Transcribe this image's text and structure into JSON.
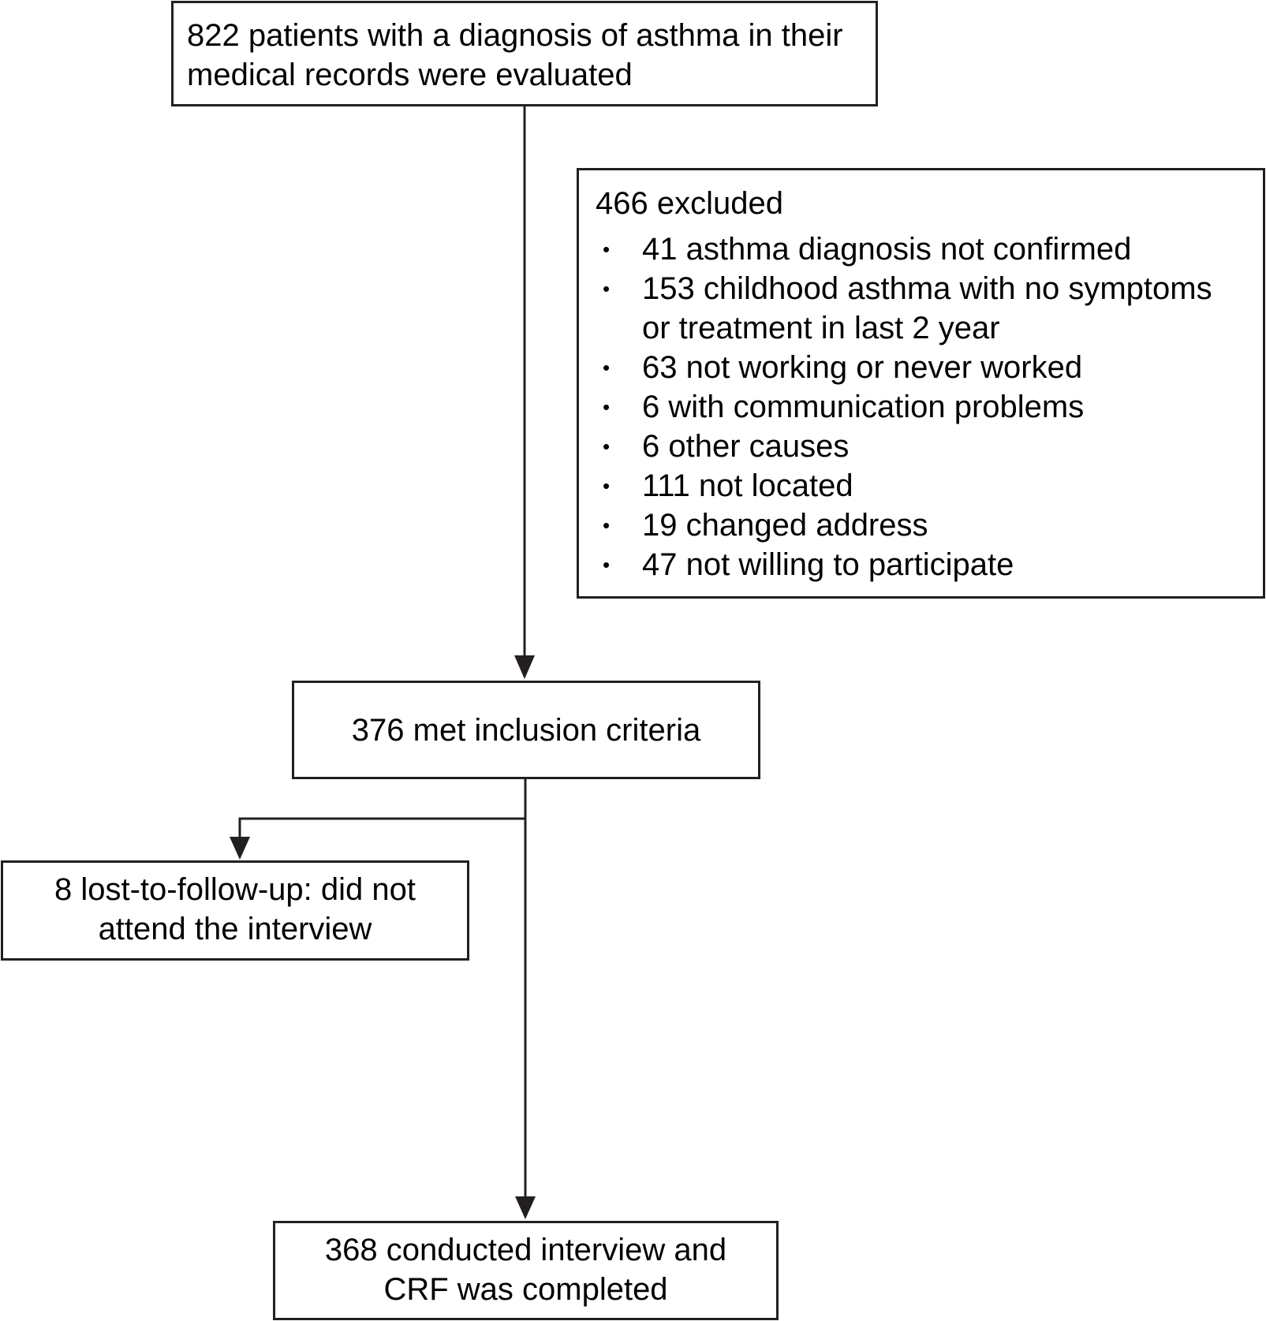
{
  "diagram": {
    "line_color": "#231f20",
    "box_evaluated": {
      "line1": "822 patients with a diagnosis of asthma in their",
      "line2": "medical records were evaluated"
    },
    "box_excluded": {
      "title": "466 excluded",
      "bullet_glyph": "•",
      "items": [
        [
          "41 asthma diagnosis not confirmed"
        ],
        [
          "153 childhood asthma with no symptoms",
          "or treatment in last 2 year"
        ],
        [
          "63 not working or never worked"
        ],
        [
          "6 with communication problems"
        ],
        [
          "6 other causes"
        ],
        [
          "111 not located"
        ],
        [
          "19 changed address"
        ],
        [
          "47 not willing to participate"
        ]
      ]
    },
    "box_inclusion": {
      "text": "376 met inclusion criteria"
    },
    "box_lost": {
      "line1": "8 lost-to-follow-up: did not",
      "line2": "attend the interview"
    },
    "box_completed": {
      "line1": "368 conducted interview and",
      "line2": "CRF was completed"
    }
  }
}
